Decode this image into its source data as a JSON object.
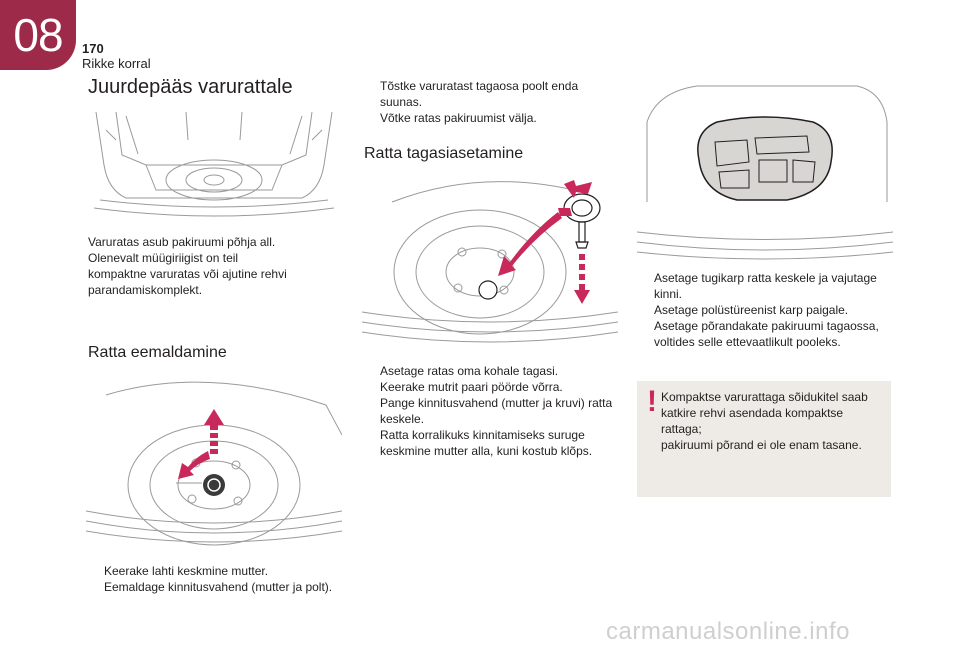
{
  "header": {
    "chapter_number": "08",
    "page_number": "170",
    "chapter_title": "Rikke korral"
  },
  "section1": {
    "title": "Juurdepääs varurattale",
    "paragraph": [
      "Varuratas asub pakiruumi põhja all.",
      "Olenevalt müügiriigist on teil",
      "kompaktne varuratas või ajutine rehvi",
      "parandamiskomplekt."
    ]
  },
  "section2": {
    "title": "Ratta eemaldamine",
    "bullets": [
      [
        "Keerake lahti keskmine mutter."
      ],
      [
        "Eemaldage kinnitusvahend (mutter ja polt)."
      ]
    ]
  },
  "column2_top": {
    "bullets": [
      [
        "Tõstke varuratast tagaosa poolt enda",
        "suunas."
      ],
      [
        "Võtke ratas pakiruumist välja."
      ]
    ]
  },
  "section3": {
    "title": "Ratta tagasiasetamine",
    "bullets": [
      [
        "Asetage ratas oma kohale tagasi."
      ],
      [
        "Keerake mutrit paari pöörde võrra."
      ],
      [
        "Pange kinnitusvahend (mutter ja kruvi) ratta",
        "keskele."
      ],
      [
        "Ratta korralikuks kinnitamiseks suruge",
        "keskmine mutter alla, kuni kostub klõps."
      ]
    ]
  },
  "column3": {
    "bullets": [
      [
        "Asetage tugikarp ratta keskele ja vajutage",
        "kinni."
      ],
      [
        "Asetage polüstüreenist karp paigale."
      ],
      [
        "Asetage põrandakate pakiruumi tagaossa,",
        "voltides selle ettevaatlikult pooleks."
      ]
    ]
  },
  "warning": {
    "icon": "exclamation-icon",
    "lines": [
      "Kompaktse varurattaga sõidukitel saab",
      "katkire rehvi asendada kompaktse rattaga;",
      "pakiruumi põrand ei ole enam tasane."
    ]
  },
  "bullet_glyph": "",
  "colors": {
    "accent": "#9c2a48",
    "warning": "#c8285a",
    "arrow": "#c8285a",
    "note_bg": "#eeebe7"
  },
  "watermark": "carmanualsonline.info"
}
